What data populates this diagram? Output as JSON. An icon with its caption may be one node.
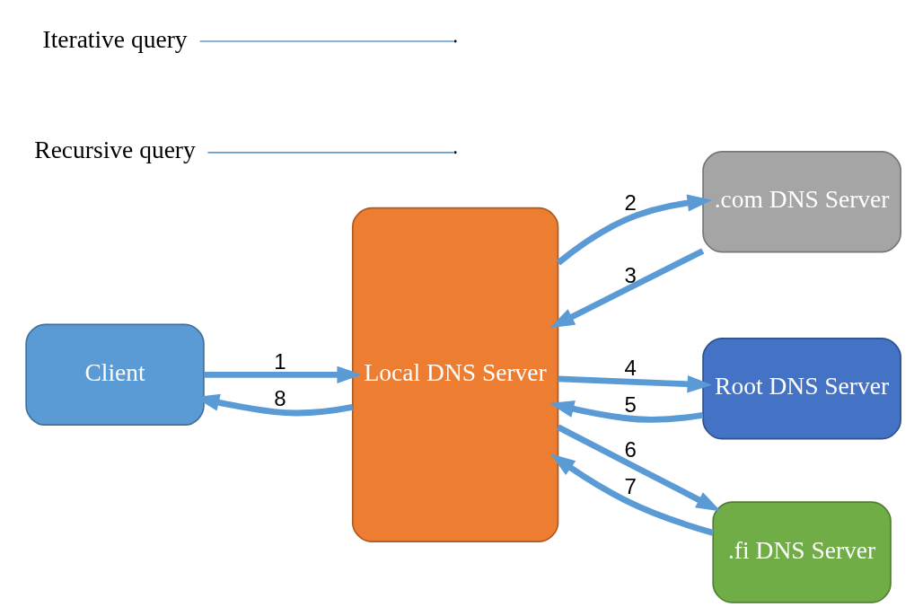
{
  "diagram": {
    "nodes": [
      {
        "text": [
          "Client"
        ]
      },
      {
        "text": [
          "Local DNS Server"
        ]
      },
      {
        "text": [
          ".com DNS Server"
        ]
      },
      {
        "text": [
          "Root DNS Server"
        ]
      },
      {
        "text": [
          ".fi DNS Server"
        ]
      },
      {
        "text": [
          "Recursive query"
        ]
      },
      {
        "text": [
          "Iterative query"
        ]
      }
    ],
    "edges": [
      {
        "from": 0,
        "to": 1,
        "arrow": "to",
        "label": "1"
      },
      {
        "from": 1,
        "to": 0,
        "arrow": "to",
        "label": "8"
      },
      {
        "from": 1,
        "to": 2,
        "arrow": "to",
        "label": "2"
      },
      {
        "from": 2,
        "to": 1,
        "arrow": "to",
        "label": "3"
      },
      {
        "from": 1,
        "to": 3,
        "arrow": "to",
        "label": "4"
      },
      {
        "from": 3,
        "to": 1,
        "arrow": "to",
        "label": "5"
      },
      {
        "from": 1,
        "to": 4,
        "arrow": "to",
        "label": "6"
      },
      {
        "from": 4,
        "to": 1,
        "arrow": "to",
        "label": "7"
      },
      {
        "from": 5,
        "to": null,
        "arrow": "none"
      },
      {
        "from": 6,
        "to": null,
        "arrow": "none"
      }
    ]
  }
}
